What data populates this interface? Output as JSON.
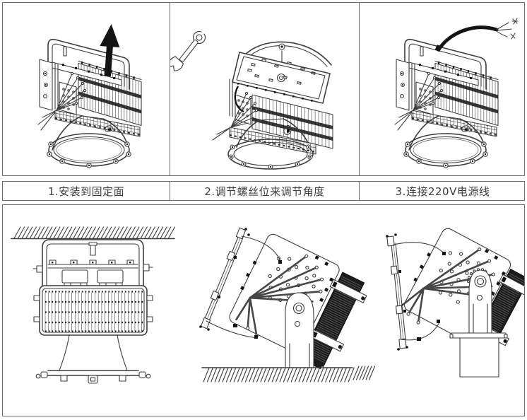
{
  "steps": [
    {
      "caption": "1.安装到固定面"
    },
    {
      "caption": "2.调节螺丝位来调节角度"
    },
    {
      "caption": "3.连接220V电源线"
    }
  ],
  "colors": {
    "background": "#ffffff",
    "border": "#6a6a6a",
    "line": "#3d3d3d",
    "dark": "#141414",
    "caption_text": "#3c3c3c"
  }
}
